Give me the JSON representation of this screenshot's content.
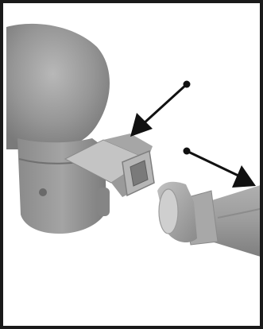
{
  "figure": {
    "frame_color": "#1a1a1a",
    "background": "#ffffff",
    "part_body_color": "#8e8e8e",
    "part_shadow_color": "#6f6f6f",
    "part_highlight_color": "#b3b3b3",
    "hose_color": "#9a9a9a",
    "arrow_color": "#111111",
    "callouts": [
      {
        "id": "callout-1",
        "icon": "pointer-arrow",
        "direction": "inward"
      },
      {
        "id": "callout-2",
        "icon": "pointer-arrow",
        "direction": "outward"
      }
    ]
  }
}
